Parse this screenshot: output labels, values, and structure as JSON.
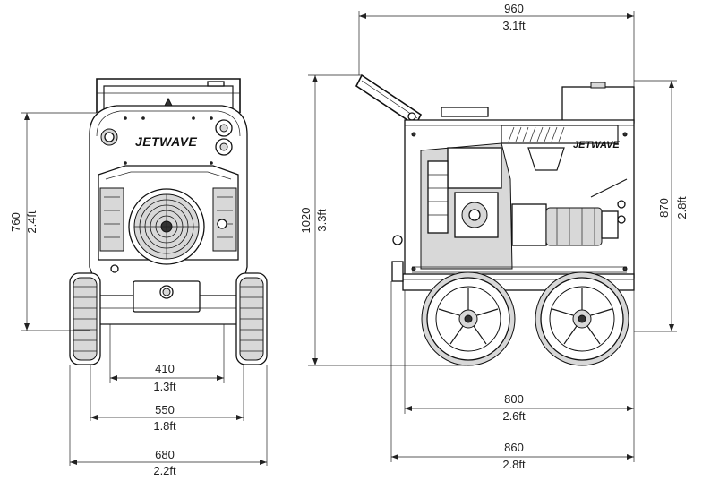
{
  "brand": {
    "logo_text": "JETWAVE"
  },
  "front_view": {
    "height": {
      "mm": "760",
      "ft": "2.4ft"
    },
    "inner_width": {
      "mm": "410",
      "ft": "1.3ft"
    },
    "wheel_width": {
      "mm": "550",
      "ft": "1.8ft"
    },
    "overall_width": {
      "mm": "680",
      "ft": "2.2ft"
    }
  },
  "side_view": {
    "top_length": {
      "mm": "960",
      "ft": "3.1ft"
    },
    "overall_height": {
      "mm": "1020",
      "ft": "3.3ft"
    },
    "body_height": {
      "mm": "870",
      "ft": "2.8ft"
    },
    "wheelbase_length": {
      "mm": "800",
      "ft": "2.6ft"
    },
    "base_length": {
      "mm": "860",
      "ft": "2.8ft"
    }
  },
  "colors": {
    "line": "#1a1a1a",
    "background": "#ffffff"
  }
}
